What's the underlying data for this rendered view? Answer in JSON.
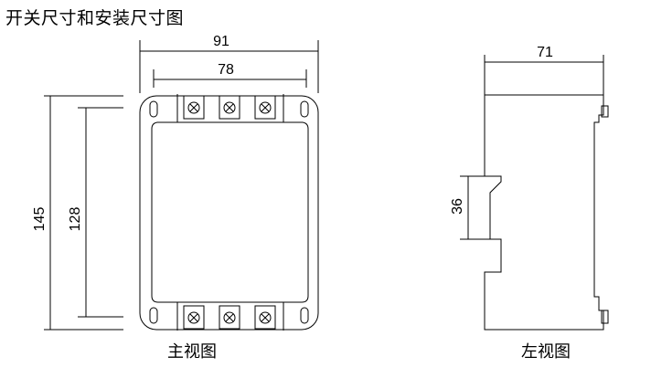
{
  "title": "开关尺寸和安装尺寸图",
  "front_view": {
    "caption": "主视图",
    "dim_overall_width": "91",
    "dim_mount_width": "78",
    "dim_overall_height": "145",
    "dim_mount_height": "128"
  },
  "side_view": {
    "caption": "左视图",
    "dim_depth": "71",
    "dim_rail": "36"
  },
  "colors": {
    "line": "#000000",
    "background": "#ffffff"
  }
}
